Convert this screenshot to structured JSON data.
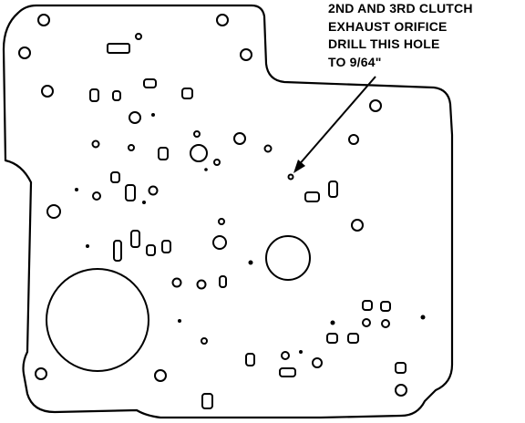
{
  "callout": {
    "lines": [
      "2ND AND 3RD CLUTCH",
      "EXHAUST ORIFICE",
      "DRILL THIS HOLE",
      "TO 9/64\""
    ]
  },
  "colors": {
    "ink": "#000000",
    "paper": "#ffffff"
  }
}
